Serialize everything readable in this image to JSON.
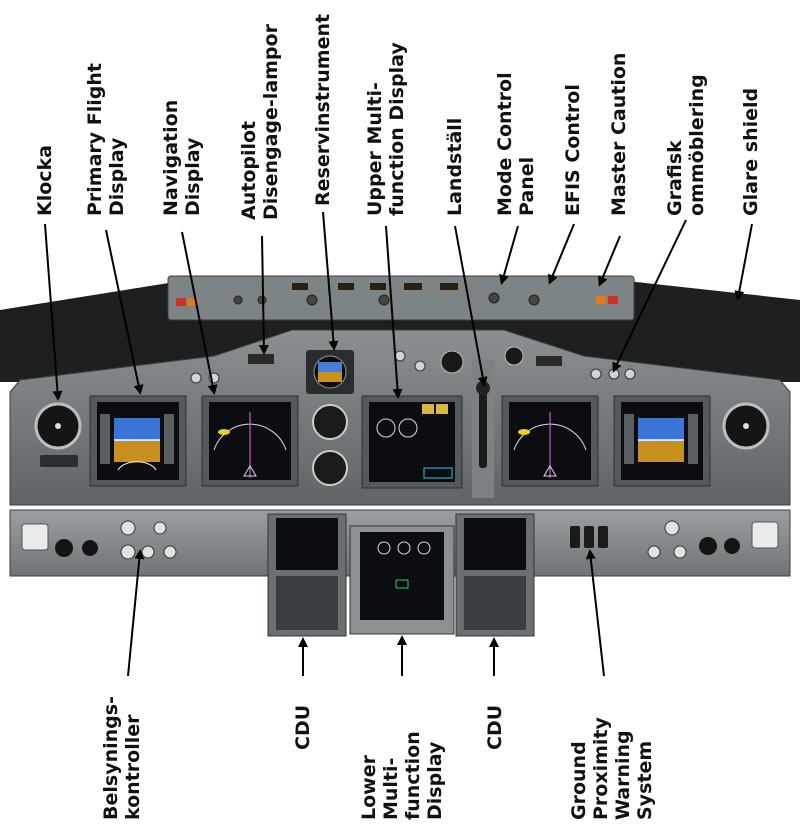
{
  "labels": {
    "top": [
      {
        "id": "klocka",
        "lines": [
          "Klocka"
        ]
      },
      {
        "id": "pfd",
        "lines": [
          "Primary Flight",
          "Display"
        ]
      },
      {
        "id": "nd",
        "lines": [
          "Navigation",
          "Display"
        ]
      },
      {
        "id": "ap",
        "lines": [
          "Autopilot",
          "Disengage-lampor"
        ]
      },
      {
        "id": "reserv",
        "lines": [
          "Reservinstrument"
        ]
      },
      {
        "id": "umfd",
        "lines": [
          "Upper Multi-",
          "function Display"
        ]
      },
      {
        "id": "landstall",
        "lines": [
          "Landställ"
        ]
      },
      {
        "id": "mcp",
        "lines": [
          "Mode Control",
          "Panel"
        ]
      },
      {
        "id": "efis",
        "lines": [
          "EFIS Control"
        ]
      },
      {
        "id": "mc",
        "lines": [
          "Master Caution"
        ]
      },
      {
        "id": "grafisk",
        "lines": [
          "Grafisk",
          "ommöblering"
        ]
      },
      {
        "id": "glare",
        "lines": [
          "Glare shield"
        ]
      }
    ],
    "bottom": [
      {
        "id": "belys",
        "lines": [
          "Belsynings-",
          "kontroller"
        ]
      },
      {
        "id": "cdu1",
        "lines": [
          "CDU"
        ]
      },
      {
        "id": "lmfd",
        "lines": [
          "Lower",
          "Multi-",
          "function",
          "Display"
        ]
      },
      {
        "id": "cdu2",
        "lines": [
          "CDU"
        ]
      },
      {
        "id": "gpws",
        "lines": [
          "Ground",
          "Proximity",
          "Warning",
          "System"
        ]
      }
    ]
  },
  "colors": {
    "label": "#111111",
    "arrow": "#000000",
    "panel": "#6f7678",
    "screen": "#0b0d10",
    "glare": "#1e1f21"
  }
}
